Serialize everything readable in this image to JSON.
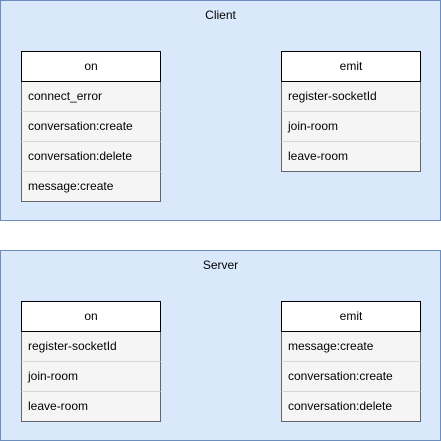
{
  "client": {
    "title": "Client",
    "on": {
      "header": "on",
      "items": [
        "connect_error",
        "conversation:create",
        "conversation:delete",
        "message:create"
      ]
    },
    "emit": {
      "header": "emit",
      "items": [
        "register-socketId",
        "join-room",
        "leave-room"
      ]
    }
  },
  "server": {
    "title": "Server",
    "on": {
      "header": "on",
      "items": [
        "register-socketId",
        "join-room",
        "leave-room"
      ]
    },
    "emit": {
      "header": "emit",
      "items": [
        "message:create",
        "conversation:create",
        "conversation:delete"
      ]
    }
  },
  "colors": {
    "container_fill": "#dae8fc",
    "container_stroke": "#6c8ebf",
    "row_fill": "#f5f5f5",
    "row_stroke": "#666666"
  }
}
